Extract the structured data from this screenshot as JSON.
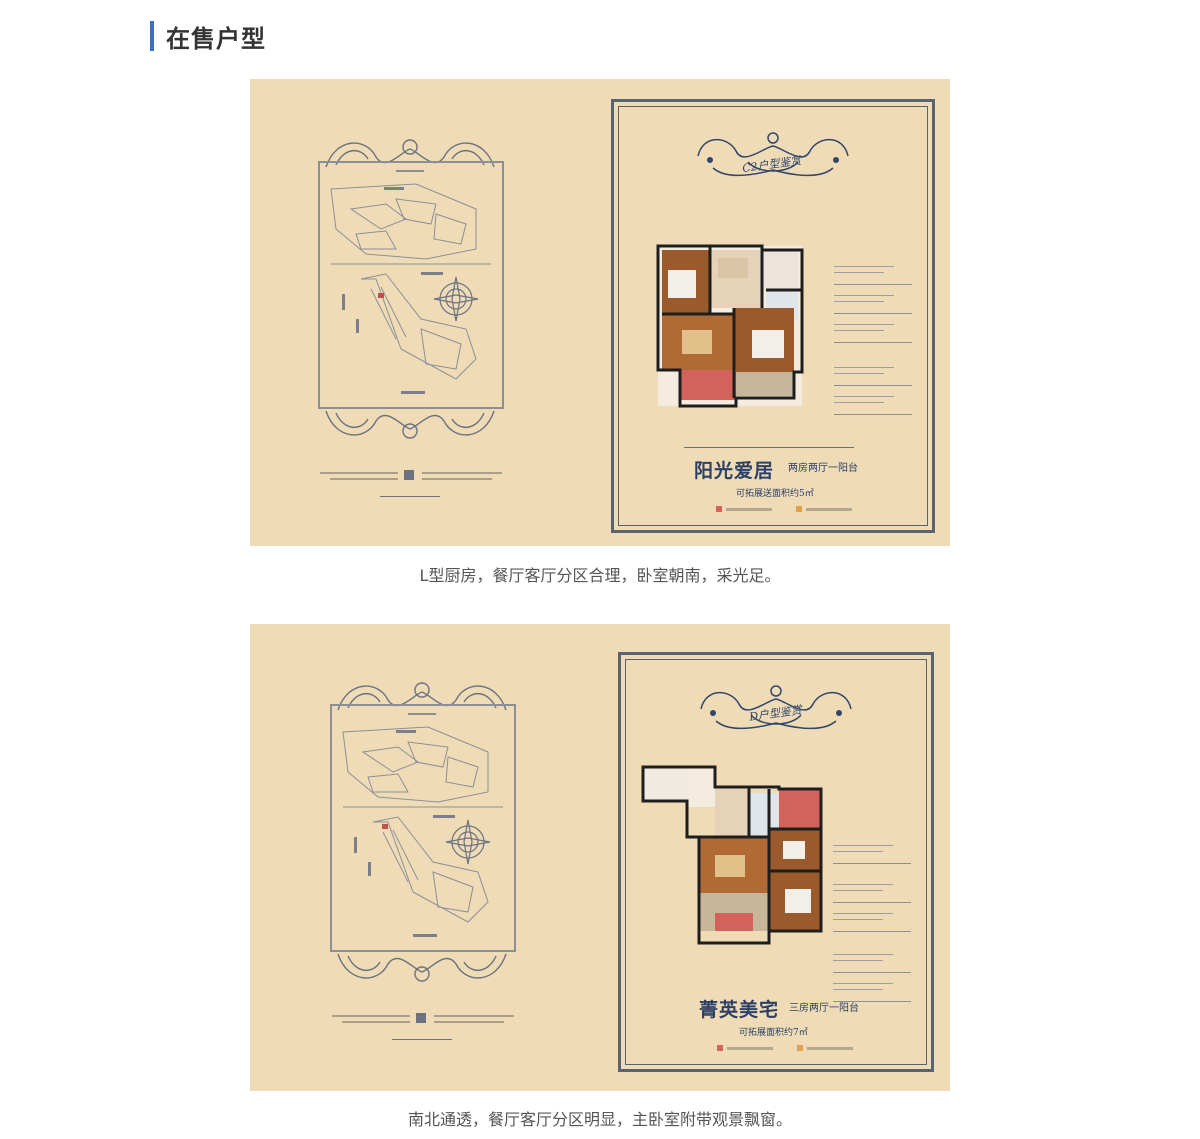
{
  "section": {
    "title": "在售户型"
  },
  "plans": [
    {
      "badge": "C2户型鉴赏",
      "name": "阳光爱居",
      "type": "两房两厅一阳台",
      "area": "可拓展送面积约5㎡",
      "caption": "L型厨房，餐厅客厅分区合理，卧室朝南，采光足。"
    },
    {
      "badge": "D户型鉴赏",
      "name": "菁英美宅",
      "type": "三房两厅一阳台",
      "area": "可拓展面积约7㎡",
      "caption": "南北通透，餐厅客厅分区明显，主卧室附带观景飘窗。"
    }
  ],
  "colors": {
    "accent": "#3f6fc4",
    "card_bg": "#efdcb6",
    "ink": "#2c3f66",
    "wood": "#9a5a2c",
    "tile": "#e6d2b8",
    "red_room": "#d2625a"
  }
}
